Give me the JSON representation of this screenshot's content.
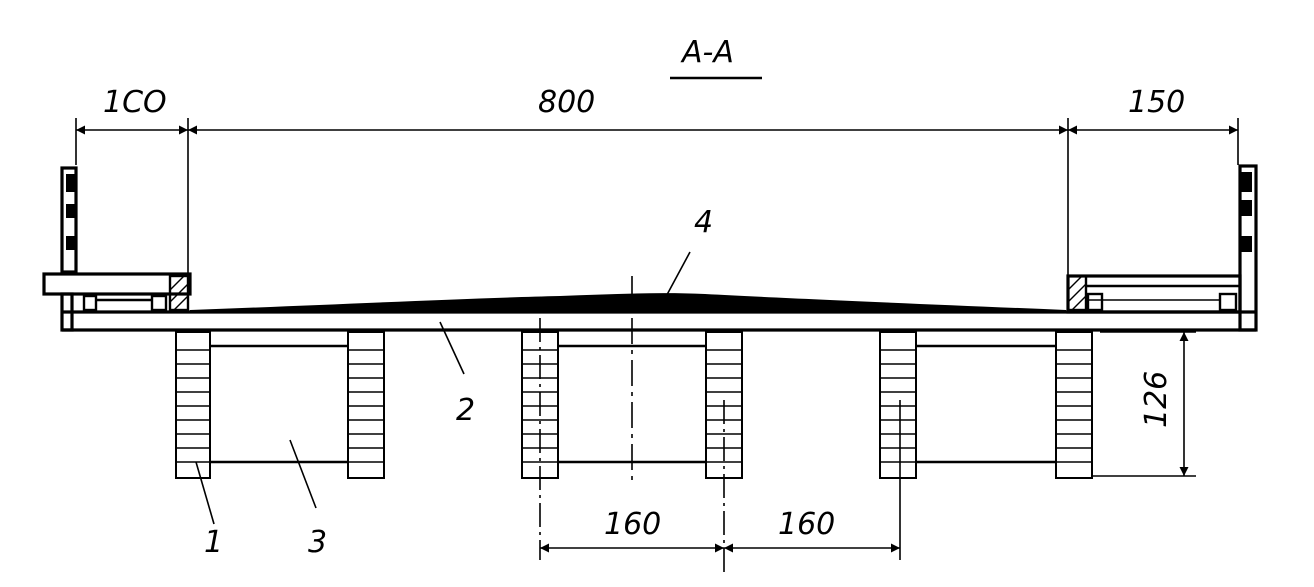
{
  "section_title": "A-A",
  "dimensions": {
    "left_width": "1CO",
    "center_width": "800",
    "right_width": "150",
    "height": "126",
    "spacing_1": "160",
    "spacing_2": "160"
  },
  "callouts": {
    "item_1": "1",
    "item_2": "2",
    "item_3": "3",
    "item_4": "4"
  }
}
